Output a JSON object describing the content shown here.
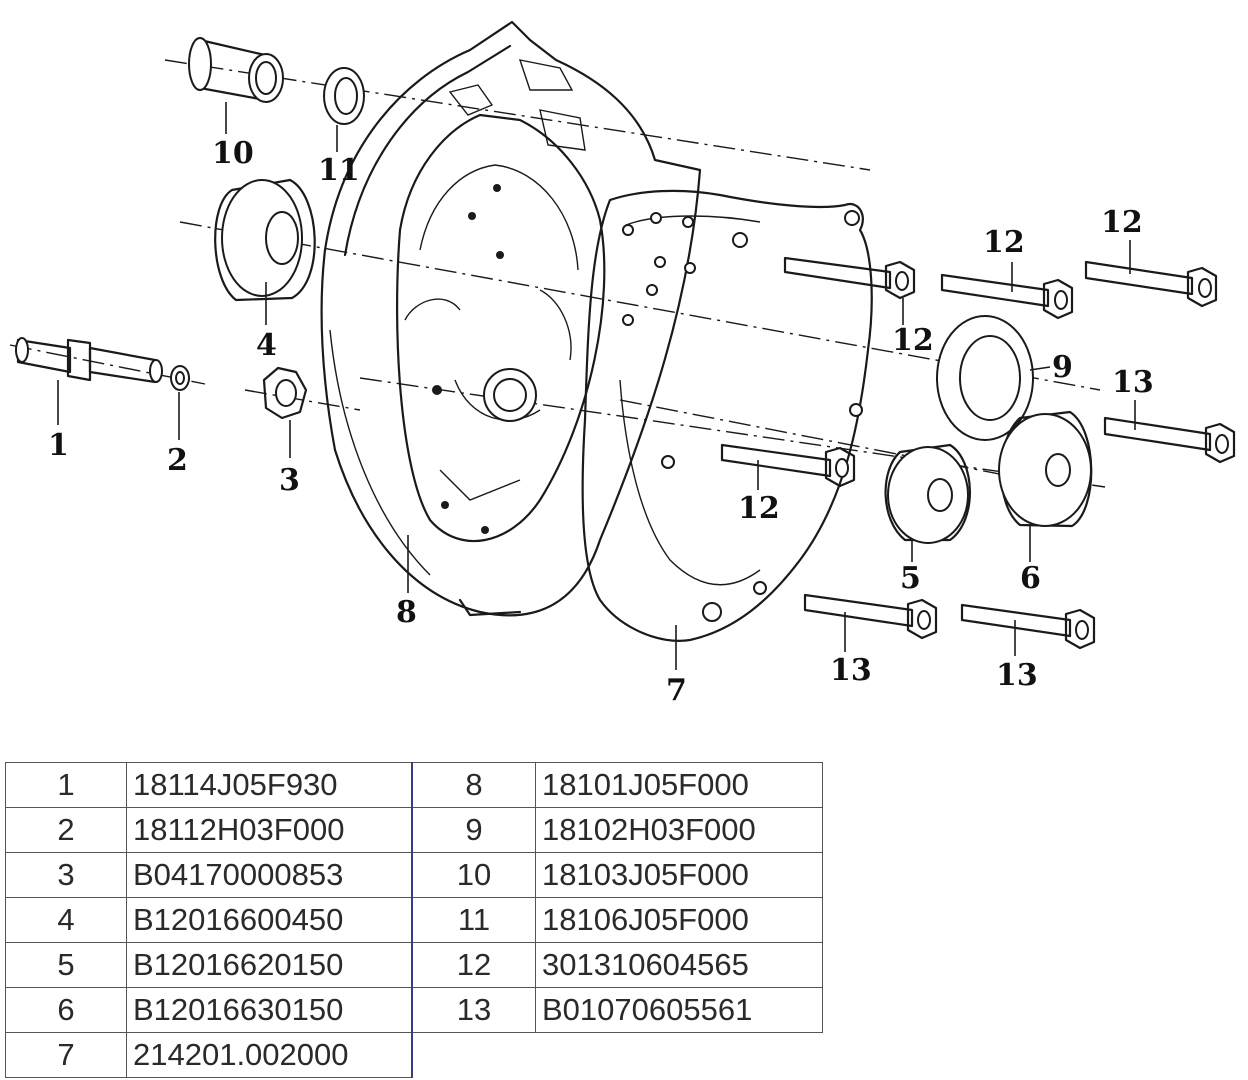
{
  "callouts": [
    "1",
    "2",
    "3",
    "4",
    "5",
    "6",
    "7",
    "8",
    "9",
    "10",
    "11",
    "12",
    "12",
    "12",
    "12",
    "13",
    "13",
    "13"
  ],
  "table": {
    "rows": [
      {
        "no": "1",
        "code": "18114J05F930",
        "no2": "8",
        "code2": "18101J05F000"
      },
      {
        "no": "2",
        "code": "18112H03F000",
        "no2": "9",
        "code2": "18102H03F000"
      },
      {
        "no": "3",
        "code": "B04170000853",
        "no2": "10",
        "code2": "18103J05F000"
      },
      {
        "no": "4",
        "code": "B12016600450",
        "no2": "11",
        "code2": "18106J05F000"
      },
      {
        "no": "5",
        "code": "B12016620150",
        "no2": "12",
        "code2": "301310604565"
      },
      {
        "no": "6",
        "code": "B12016630150",
        "no2": "13",
        "code2": "B01070605561"
      },
      {
        "no": "7",
        "code": "214201.002000",
        "no2": "",
        "code2": ""
      }
    ]
  }
}
